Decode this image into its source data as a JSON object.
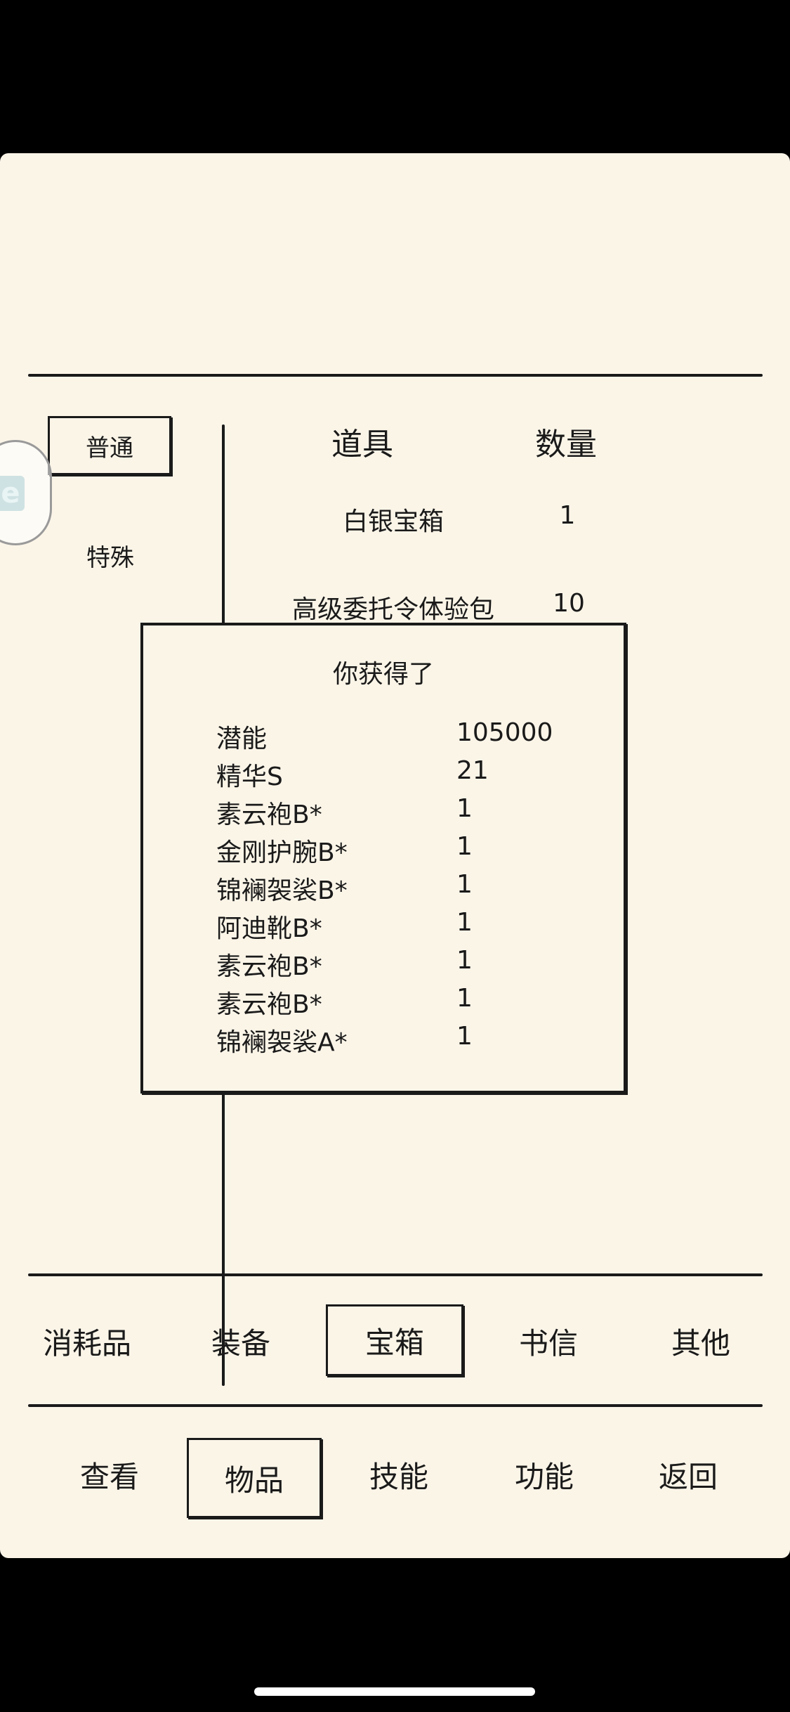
{
  "sidebar": {
    "selected": "普通",
    "other": "特殊"
  },
  "floating_icon": {
    "glyph": "e"
  },
  "table": {
    "headers": [
      "道具",
      "数量"
    ],
    "rows": [
      {
        "name": "白银宝箱",
        "qty": "1"
      },
      {
        "name": "高级委托令体验包",
        "qty": "10"
      }
    ]
  },
  "popup": {
    "title": "你获得了",
    "items": [
      {
        "name": "潜能",
        "qty": "105000"
      },
      {
        "name": "精华S",
        "qty": "21"
      },
      {
        "name": "素云袍B*",
        "qty": "1"
      },
      {
        "name": "金刚护腕B*",
        "qty": "1"
      },
      {
        "name": "锦襕袈裟B*",
        "qty": "1"
      },
      {
        "name": "阿迪靴B*",
        "qty": "1"
      },
      {
        "name": "素云袍B*",
        "qty": "1"
      },
      {
        "name": "素云袍B*",
        "qty": "1"
      },
      {
        "name": "锦襕袈裟A*",
        "qty": "1"
      }
    ]
  },
  "category_tabs": [
    "消耗品",
    "装备",
    "宝箱",
    "书信",
    "其他"
  ],
  "category_selected": "宝箱",
  "nav_tabs": [
    "查看",
    "物品",
    "技能",
    "功能",
    "返回"
  ],
  "nav_selected": "物品"
}
